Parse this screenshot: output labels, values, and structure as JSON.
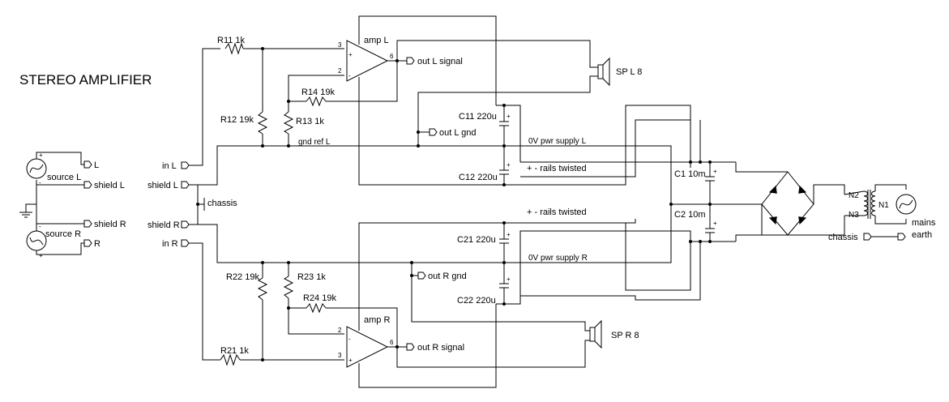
{
  "title": "STEREO  AMPLIFIER",
  "sources": {
    "source_l": "source L",
    "source_r": "source R",
    "out_l": "L",
    "out_shield_l": "shield L",
    "out_shield_r": "shield R",
    "out_r": "R",
    "plus": "+",
    "minus": "-"
  },
  "inputs": {
    "in_l": "in L",
    "shield_l": "shield L",
    "shield_r": "shield R",
    "in_r": "in R",
    "chassis": "chassis"
  },
  "left_channel": {
    "r11": "R11 1k",
    "r12": "R12 19k",
    "r13": "R13 1k",
    "r14": "R14 19k",
    "amp": "amp L",
    "pin3": "3",
    "pin2": "2",
    "pin6": "6",
    "out_signal": "out L signal",
    "out_gnd": "out L gnd",
    "speaker": "SP L 8",
    "gnd_ref": "gnd ref L",
    "c11": "C11 220u",
    "c12": "C12 220u",
    "supply": "0V pwr supply L",
    "rails": "+ - rails twisted"
  },
  "right_channel": {
    "r21": "R21 1k",
    "r22": "R22 19k",
    "r23": "R23 1k",
    "r24": "R24 19k",
    "amp": "amp R",
    "pin3": "3",
    "pin2": "2",
    "pin6": "6",
    "out_signal": "out R signal",
    "out_gnd": "out R gnd",
    "speaker": "SP R 8",
    "c21": "C21 220u",
    "c22": "C22 220u",
    "supply": "0V pwr supply R",
    "rails": "+ - rails twisted"
  },
  "power": {
    "c1": "C1 10m",
    "c2": "C2 10m",
    "n1": "N1",
    "n2": "N2",
    "n3": "N3",
    "mains": "mains",
    "earth": "earth",
    "chassis": "chassis"
  }
}
